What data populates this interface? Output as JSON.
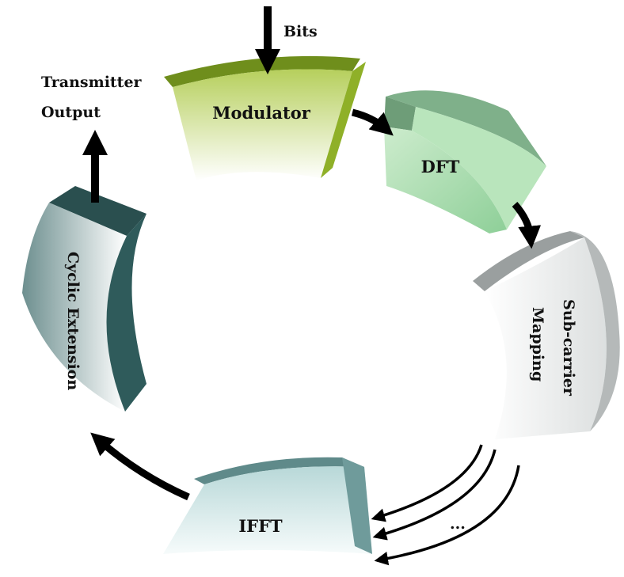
{
  "labels": {
    "bits": "Bits",
    "transmitter_output_line1": "Transmitter",
    "transmitter_output_line2": "Output",
    "modulator": "Modulator",
    "dft": "DFT",
    "subcarrier_line1": "Sub-carrier",
    "subcarrier_line2": "Mapping",
    "ifft": "IFFT",
    "cyclic_extension": "Cyclic Extension",
    "ellipsis": "..."
  },
  "colors": {
    "modulator": "#9fbe3c",
    "dft": "#a9dcb0",
    "subcarrier": "#c9cdcd",
    "ifft": "#8fbcbc",
    "cyclic_extension": "#2f5b5b",
    "arrow": "#000000"
  }
}
